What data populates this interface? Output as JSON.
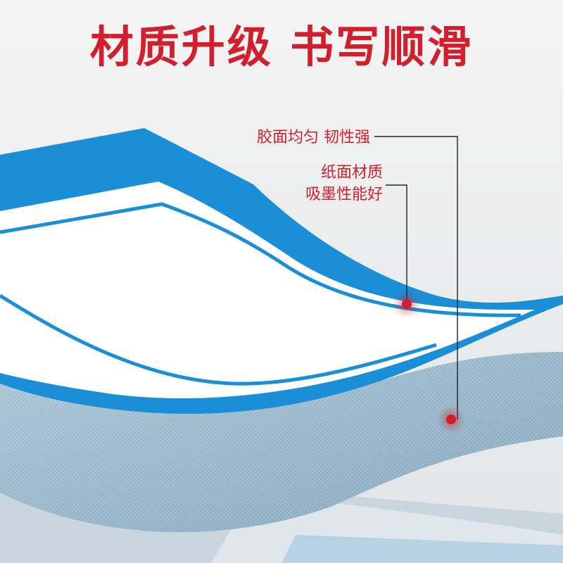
{
  "headline": "材质升级 书写顺滑",
  "callouts": [
    {
      "lines": [
        "胶面均匀 韧性强"
      ]
    },
    {
      "lines": [
        "纸面材质",
        "吸墨性能好"
      ]
    }
  ],
  "colors": {
    "accent_red": "#d11f2e",
    "text_dark": "#222222",
    "blue": "#1a8ed6",
    "paper_white": "#ffffff",
    "fabric_gray_blue": "#8fb2c8",
    "background": "#eeeeee"
  }
}
